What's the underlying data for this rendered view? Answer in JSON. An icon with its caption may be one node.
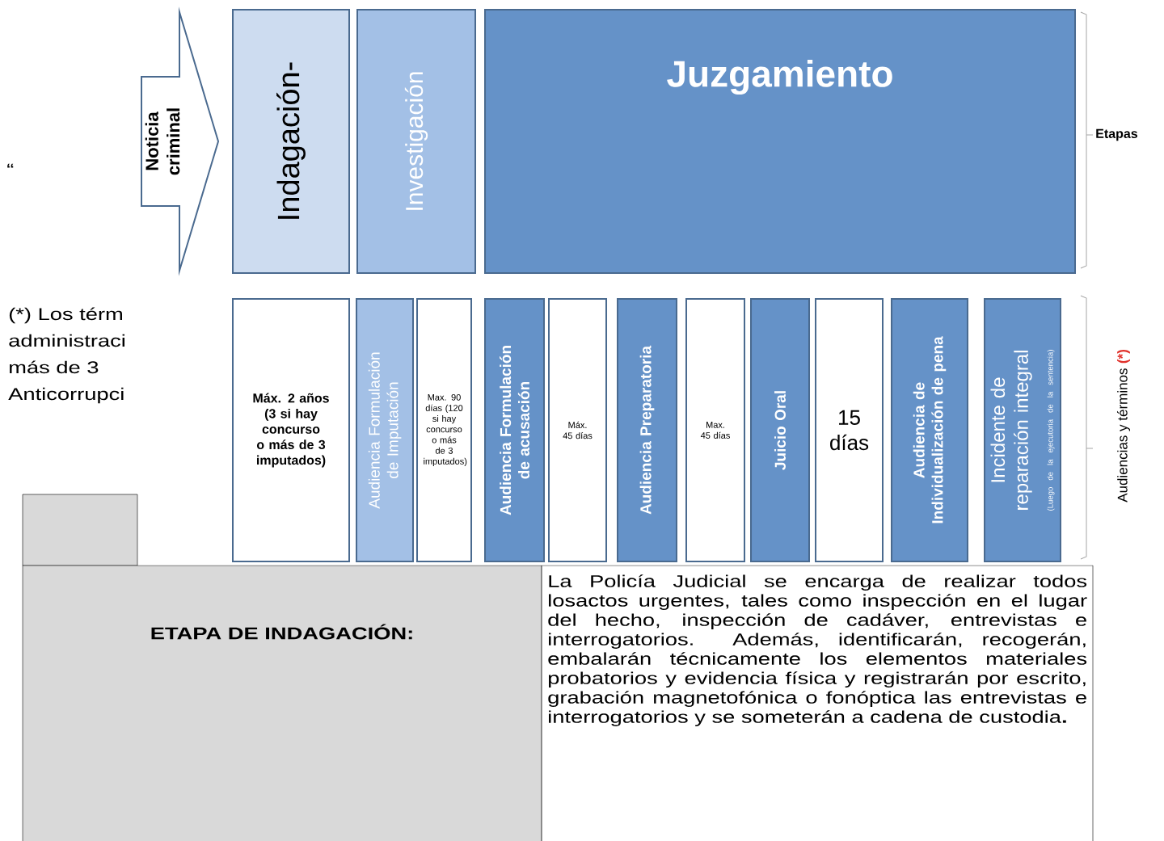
{
  "diagram": {
    "nodes": [
      {
        "text": [
          "Noticia criminal"
        ]
      },
      {
        "text": [
          "Indagación-"
        ]
      },
      {
        "text": [
          "Investigación"
        ]
      },
      {
        "text": [
          "Juzgamiento"
        ]
      },
      {
        "text": [
          "Máx. 2 años (3 si hay concurso o más de 3 imputados)"
        ]
      },
      {
        "text": [
          "Audiencia Formulación de Imputación"
        ]
      },
      {
        "text": [
          "Max. 90 días (120 si hay concurso o más de 3 imputados)"
        ]
      },
      {
        "text": [
          "Audiencia Formulación de acusación"
        ]
      },
      {
        "text": [
          "Máx. 45 días"
        ]
      },
      {
        "text": [
          "Audiencia Preparatoria"
        ]
      },
      {
        "text": [
          "Max. 45 días"
        ]
      },
      {
        "text": [
          "Juicio Oral"
        ]
      },
      {
        "text": [
          "15 días"
        ]
      },
      {
        "text": [
          "Audiencia de Individualización de pena"
        ]
      },
      {
        "text": [
          "Incidente de reparación integral",
          "(Luego de la ejecutoria de la sentencia)"
        ]
      }
    ],
    "labels": [
      "“",
      "(*) Los térm",
      "administraci",
      "más de 3",
      "Anticorrupci",
      "Etapas",
      "Audiencias y términos",
      "(*)",
      "ETAPA DE INDAGACIÓN:",
      "La Policía Judicial se encarga de realizar todos losactos urgentes, tales como inspección en el lugar del hecho, inspección de cadáver, entrevistas e interrogatorios. Además, identificarán, recogerán, embalarán técnicamente los elementos materiales probatorios y evidencia física y registrarán por escrito, grabación magnetofónica o fonóptica las entrevistas e interrogatorios y se someterán a cadena de custodia**.**"
    ]
  }
}
